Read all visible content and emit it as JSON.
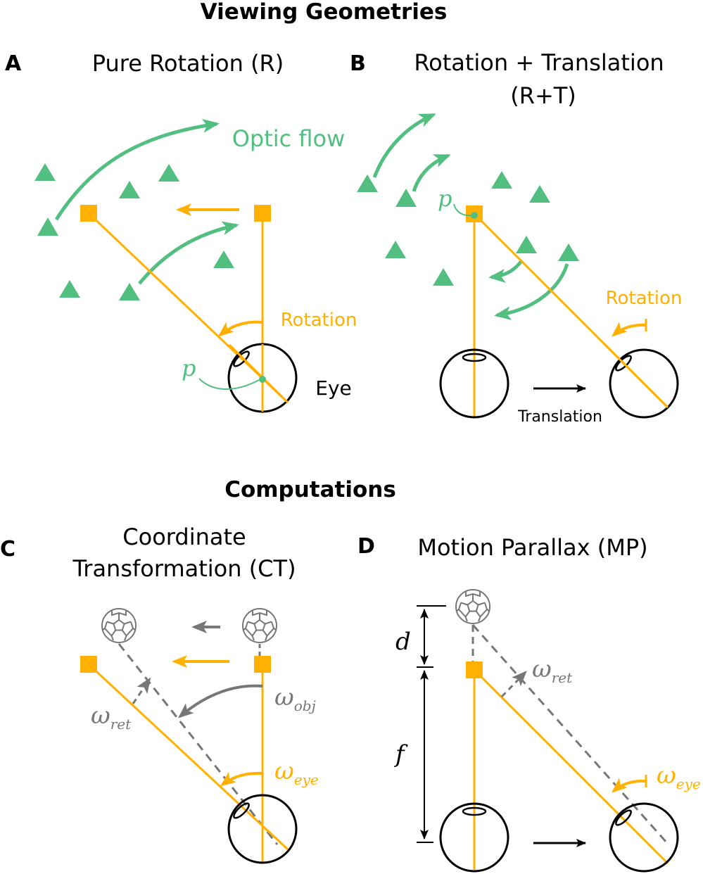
{
  "colors": {
    "orange": "#FFB000",
    "green": "#52BE80",
    "gray": "#777777",
    "black": "#000000"
  },
  "section_top": "Viewing Geometries",
  "section_bottom": "Computations",
  "panel_a": {
    "letter": "A",
    "title": "Pure Rotation (R)",
    "optic_flow": "Optic flow",
    "rotation": "Rotation",
    "eye": "Eye",
    "p": "p"
  },
  "panel_b": {
    "letter": "B",
    "title_line1": "Rotation + Translation",
    "title_line2": "(R+T)",
    "p": "p",
    "rotation": "Rotation",
    "translation": "Translation"
  },
  "panel_c": {
    "letter": "C",
    "title_line1": "Coordinate",
    "title_line2": "Transformation (CT)",
    "omega": "ω",
    "sub_obj": "obj",
    "sub_ret": "ret",
    "sub_eye": "eye"
  },
  "panel_d": {
    "letter": "D",
    "title": "Motion Parallax (MP)",
    "d": "d",
    "f": "f",
    "omega": "ω",
    "sub_ret": "ret",
    "sub_eye": "eye"
  }
}
